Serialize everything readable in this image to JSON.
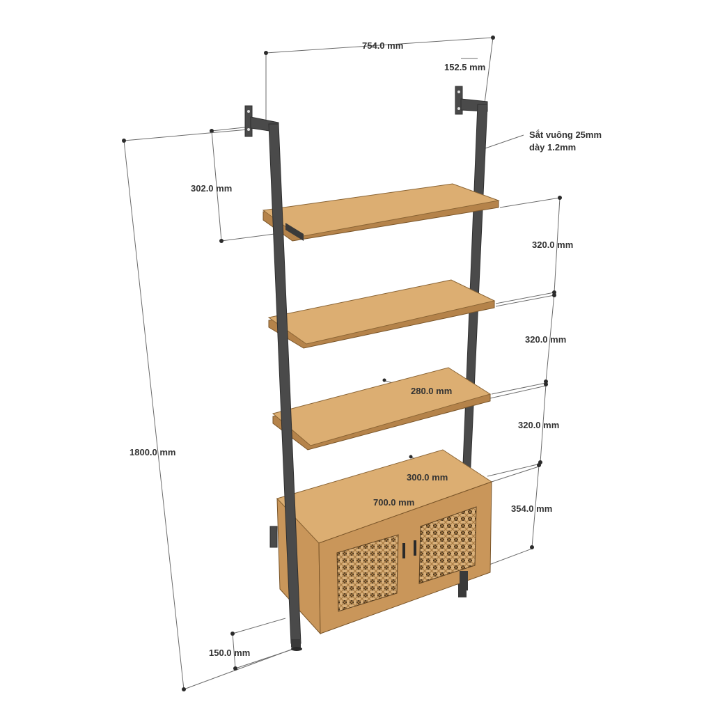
{
  "dimensions": {
    "total_width": "754.0 mm",
    "frame_depth": "152.5 mm",
    "frame_material_line1": "Sắt vuông 25mm",
    "frame_material_line2": "dày 1.2mm",
    "top_offset": "302.0 mm",
    "total_height": "1800.0 mm",
    "shelf_gap_1": "320.0 mm",
    "shelf_gap_2": "320.0 mm",
    "shelf_gap_3": "320.0 mm",
    "shelf_depth": "280.0 mm",
    "cabinet_depth": "300.0 mm",
    "cabinet_width": "700.0 mm",
    "cabinet_height": "354.0 mm",
    "floor_clearance": "150.0 mm"
  },
  "colors": {
    "wood": "#dcae72",
    "metal": "#4a4a4a",
    "rattan": "#caa064"
  }
}
